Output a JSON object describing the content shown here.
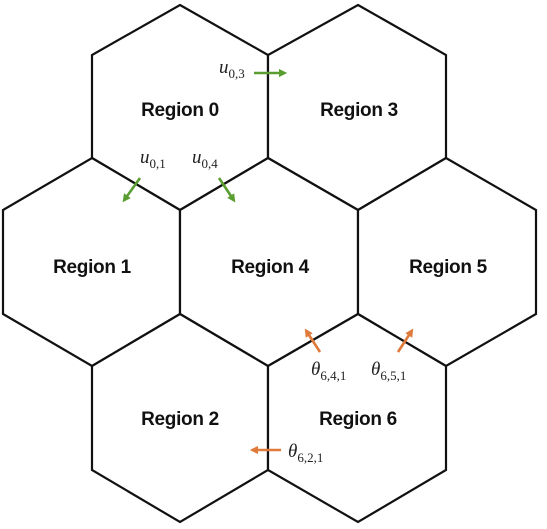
{
  "regions": [
    {
      "id": "region-0",
      "label": "Region 0"
    },
    {
      "id": "region-1",
      "label": "Region 1"
    },
    {
      "id": "region-2",
      "label": "Region 2"
    },
    {
      "id": "region-3",
      "label": "Region 3"
    },
    {
      "id": "region-4",
      "label": "Region 4"
    },
    {
      "id": "region-5",
      "label": "Region 5"
    },
    {
      "id": "region-6",
      "label": "Region 6"
    }
  ],
  "arrows": {
    "u03": {
      "symbol": "u",
      "sub": "0,3",
      "color": "#5a9e32"
    },
    "u01": {
      "symbol": "u",
      "sub": "0,1",
      "color": "#5a9e32"
    },
    "u04": {
      "symbol": "u",
      "sub": "0,4",
      "color": "#5a9e32"
    },
    "t641": {
      "symbol": "θ",
      "sub": "6,4,1",
      "color": "#e07a3a"
    },
    "t651": {
      "symbol": "θ",
      "sub": "6,5,1",
      "color": "#e07a3a"
    },
    "t621": {
      "symbol": "θ",
      "sub": "6,2,1",
      "color": "#e07a3a"
    }
  },
  "colors": {
    "green_arrow": "#5a9e32",
    "orange_arrow": "#e07a3a",
    "outline": "#111111"
  }
}
